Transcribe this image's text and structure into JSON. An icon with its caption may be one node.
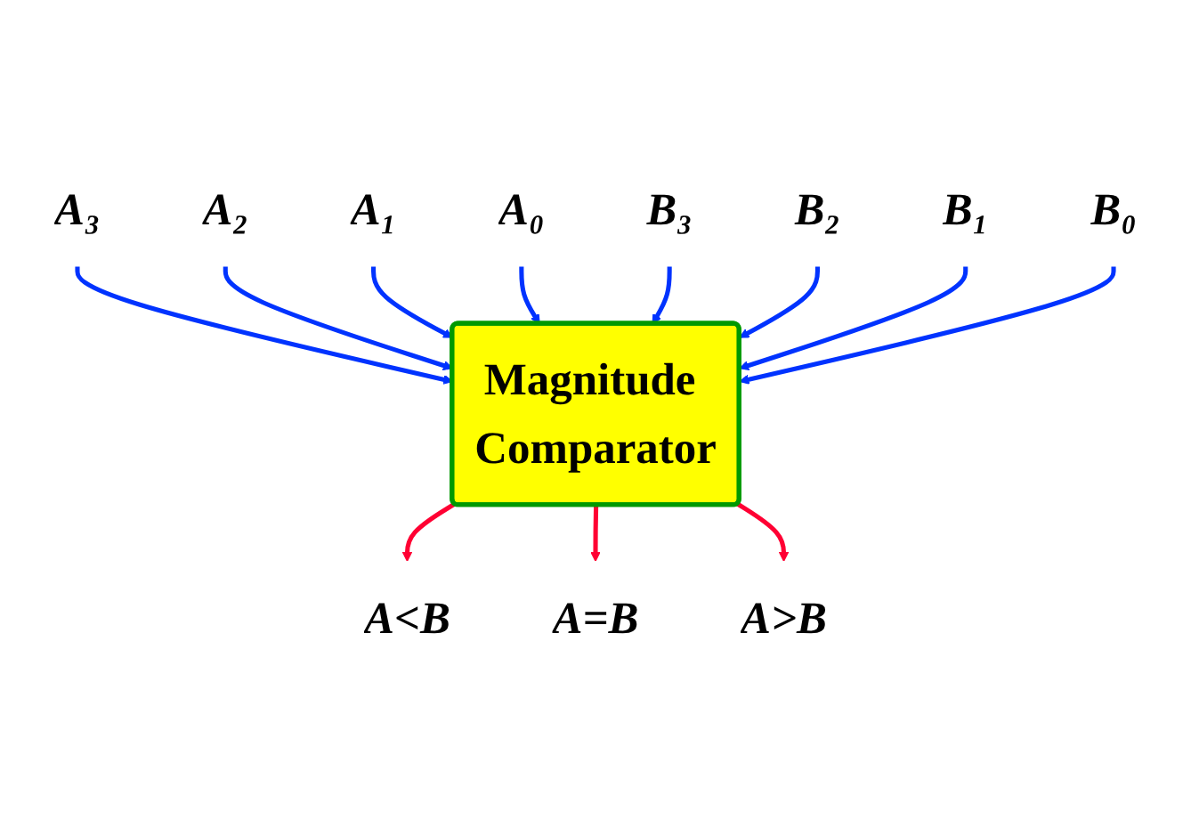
{
  "diagram": {
    "nodes": [
      {
        "text": [
          "A₃"
        ]
      },
      {
        "text": [
          "A₂"
        ]
      },
      {
        "text": [
          "A₁"
        ]
      },
      {
        "text": [
          "A₀"
        ]
      },
      {
        "text": [
          "B₃"
        ]
      },
      {
        "text": [
          "B₂"
        ]
      },
      {
        "text": [
          "B₁"
        ]
      },
      {
        "text": [
          "B₀"
        ]
      },
      {
        "text": [
          "Magnitude Comparator"
        ]
      },
      {
        "text": [
          "A<B"
        ]
      },
      {
        "text": [
          "A=B"
        ]
      },
      {
        "text": [
          "A>B"
        ]
      }
    ],
    "edges": [
      {
        "from": 0,
        "to": 8,
        "arrow": "to"
      },
      {
        "from": 1,
        "to": 8,
        "arrow": "to"
      },
      {
        "from": 2,
        "to": 8,
        "arrow": "to"
      },
      {
        "from": 3,
        "to": 8,
        "arrow": "to"
      },
      {
        "from": 4,
        "to": 8,
        "arrow": "to"
      },
      {
        "from": 5,
        "to": 8,
        "arrow": "to"
      },
      {
        "from": 6,
        "to": 8,
        "arrow": "to"
      },
      {
        "from": 7,
        "to": 8,
        "arrow": "to"
      },
      {
        "from": 8,
        "to": 9,
        "arrow": "to",
        "color": "#ff0033"
      },
      {
        "from": 8,
        "to": 10,
        "arrow": "to",
        "color": "#ff0033"
      },
      {
        "from": 8,
        "to": 11,
        "arrow": "to",
        "color": "#ff0033"
      }
    ]
  }
}
